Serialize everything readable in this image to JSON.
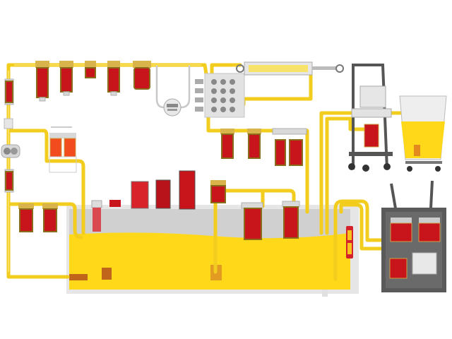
{
  "diagram": {
    "type": "hydraulic-filtration-system",
    "colors": {
      "oil": "#f2cd1e",
      "oil_tank": "#ffd81a",
      "filter_body": "#c8141b",
      "tank_wall": "#e4e4e4",
      "cart_frame": "#5a5a5a"
    },
    "components": [
      {
        "name": "inline-filter",
        "icon": "filter-icon"
      },
      {
        "name": "pump",
        "icon": "gear-pump-icon"
      },
      {
        "name": "duplex-filter",
        "icon": "duplex-filter-icon"
      },
      {
        "name": "pressure-gauge",
        "icon": "gauge-icon"
      },
      {
        "name": "directional-valve-block",
        "icon": "valve-block-icon"
      },
      {
        "name": "hydraulic-cylinder",
        "icon": "cylinder-icon"
      },
      {
        "name": "oil-tank",
        "icon": "tank-icon"
      },
      {
        "name": "filter-cart",
        "icon": "cart-icon"
      },
      {
        "name": "breather-filters",
        "icon": "breather-icon"
      },
      {
        "name": "level-indicator",
        "icon": "level-gauge-icon"
      }
    ]
  }
}
